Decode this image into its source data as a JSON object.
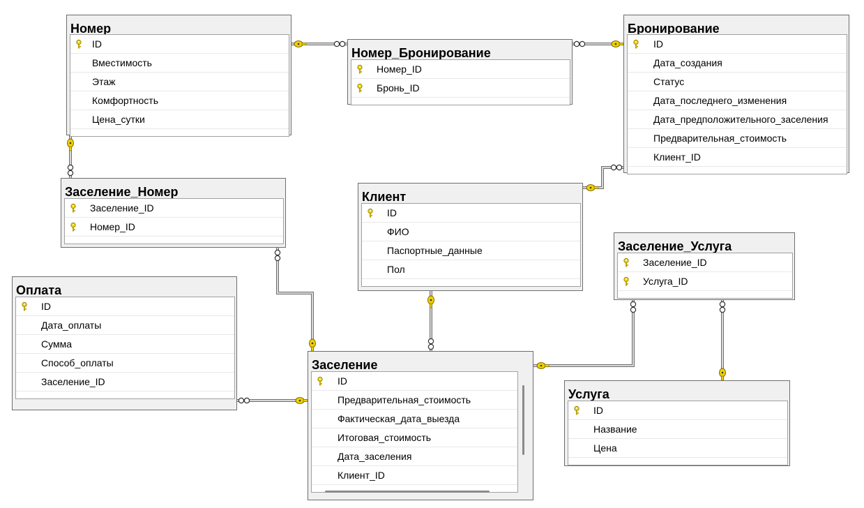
{
  "tables": {
    "nomer": {
      "title": "Номер",
      "columns": [
        {
          "name": "ID",
          "key": true
        },
        {
          "name": "Вместимость",
          "key": false
        },
        {
          "name": "Этаж",
          "key": false
        },
        {
          "name": "Комфортность",
          "key": false
        },
        {
          "name": "Цена_сутки",
          "key": false
        }
      ]
    },
    "nomer_bronirovanie": {
      "title": "Номер_Бронирование",
      "columns": [
        {
          "name": "Номер_ID",
          "key": true
        },
        {
          "name": "Бронь_ID",
          "key": true
        }
      ]
    },
    "bronirovanie": {
      "title": "Бронирование",
      "columns": [
        {
          "name": "ID",
          "key": true
        },
        {
          "name": "Дата_создания",
          "key": false
        },
        {
          "name": "Статус",
          "key": false
        },
        {
          "name": "Дата_последнего_изменения",
          "key": false
        },
        {
          "name": "Дата_предположительного_заселения",
          "key": false
        },
        {
          "name": "Предварительная_стоимость",
          "key": false
        },
        {
          "name": "Клиент_ID",
          "key": false
        }
      ]
    },
    "zaselenie_nomer": {
      "title": "Заселение_Номер",
      "columns": [
        {
          "name": "Заселение_ID",
          "key": true
        },
        {
          "name": "Номер_ID",
          "key": true
        }
      ]
    },
    "klient": {
      "title": "Клиент",
      "columns": [
        {
          "name": "ID",
          "key": true
        },
        {
          "name": "ФИО",
          "key": false
        },
        {
          "name": "Паспортные_данные",
          "key": false
        },
        {
          "name": "Пол",
          "key": false
        }
      ]
    },
    "zaselenie_usluga": {
      "title": "Заселение_Услуга",
      "columns": [
        {
          "name": "Заселение_ID",
          "key": true
        },
        {
          "name": "Услуга_ID",
          "key": true
        }
      ]
    },
    "oplata": {
      "title": "Оплата",
      "columns": [
        {
          "name": "ID",
          "key": true
        },
        {
          "name": "Дата_оплаты",
          "key": false
        },
        {
          "name": "Сумма",
          "key": false
        },
        {
          "name": "Способ_оплаты",
          "key": false
        },
        {
          "name": "Заселение_ID",
          "key": false
        }
      ]
    },
    "zaselenie": {
      "title": "Заселение",
      "columns": [
        {
          "name": "ID",
          "key": true
        },
        {
          "name": "Предварительная_стоимость",
          "key": false
        },
        {
          "name": "Фактическая_дата_выезда",
          "key": false
        },
        {
          "name": "Итоговая_стоимость",
          "key": false
        },
        {
          "name": "Дата_заселения",
          "key": false
        },
        {
          "name": "Клиент_ID",
          "key": false
        }
      ]
    },
    "usluga": {
      "title": "Услуга",
      "columns": [
        {
          "name": "ID",
          "key": true
        },
        {
          "name": "Название",
          "key": false
        },
        {
          "name": "Цена",
          "key": false
        }
      ]
    }
  },
  "colors": {
    "key_icon": "#f0d000",
    "connector": "#6f6f6f",
    "connector_fill": "#d8d8d8"
  },
  "icons": {
    "primary_key": "key-icon",
    "one_end": "key-icon",
    "many_end": "infinity-icon"
  }
}
